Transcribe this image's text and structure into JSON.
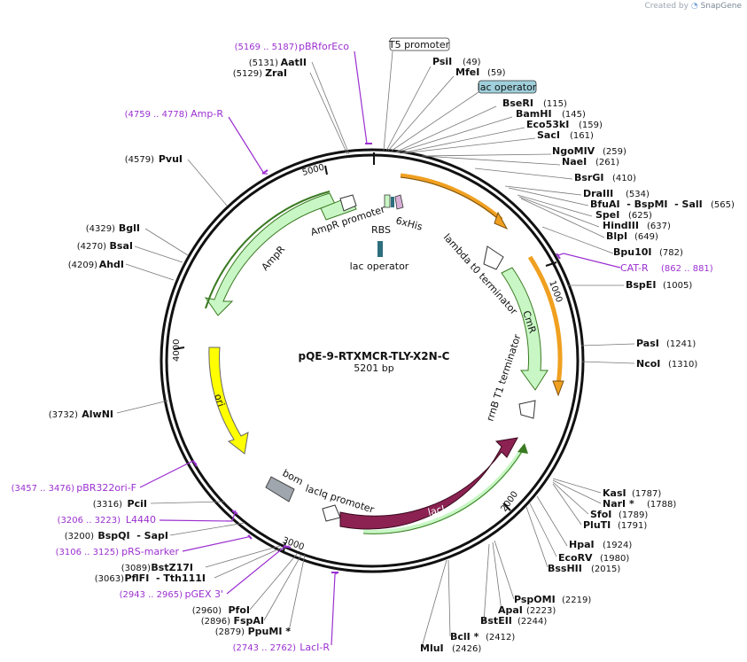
{
  "credit": {
    "prefix": "Created by",
    "brand": "SnapGene"
  },
  "plasmid": {
    "name": "pQE-9-RTXMCR-TLY-X2N-C",
    "length": "5201 bp"
  },
  "ticks": [
    "1000",
    "2000",
    "3000",
    "4000",
    "5000"
  ],
  "features": {
    "t5": "T5 promoter",
    "lacop_top": "lac operator",
    "lacop_inner": "lac operator",
    "rbs": "RBS",
    "his": "6xHis",
    "ampr_prom": "AmpR promoter",
    "ampr": "AmpR",
    "lambda": "lambda t0 terminator",
    "cmr": "CmR",
    "rrnb": "rrnB T1 terminator",
    "ori": "ori",
    "bom": "bom",
    "laciq": "lacIq promoter",
    "laci": "lacI"
  },
  "enzymes": [
    {
      "name": "PsiI",
      "pos": "(49)"
    },
    {
      "name": "MfeI",
      "pos": "(59)"
    },
    {
      "name": "BseRI",
      "pos": "(115)"
    },
    {
      "name": "BamHI",
      "pos": "(145)"
    },
    {
      "name": "Eco53kI",
      "pos": "(159)"
    },
    {
      "name": "SacI",
      "pos": "(161)"
    },
    {
      "name": "NgoMIV",
      "pos": "(259)"
    },
    {
      "name": "NaeI",
      "pos": "(261)"
    },
    {
      "name": "BsrGI",
      "pos": "(410)"
    },
    {
      "name": "DraIII",
      "pos": "(534)"
    },
    {
      "name": "BfuAI  - BspMI  - SalI",
      "pos": "(565)"
    },
    {
      "name": "SpeI",
      "pos": "(625)"
    },
    {
      "name": "HindIII",
      "pos": "(637)"
    },
    {
      "name": "BlpI",
      "pos": "(649)"
    },
    {
      "name": "Bpu10I",
      "pos": "(782)"
    },
    {
      "name": "BspEI",
      "pos": "(1005)"
    },
    {
      "name": "PasI",
      "pos": "(1241)"
    },
    {
      "name": "NcoI",
      "pos": "(1310)"
    },
    {
      "name": "KasI",
      "pos": "(1787)"
    },
    {
      "name": "NarI *",
      "pos": "(1788)"
    },
    {
      "name": "SfoI",
      "pos": "(1789)"
    },
    {
      "name": "PluTI",
      "pos": "(1791)"
    },
    {
      "name": "HpaI",
      "pos": "(1924)"
    },
    {
      "name": "EcoRV",
      "pos": "(1980)"
    },
    {
      "name": "BssHII",
      "pos": "(2015)"
    },
    {
      "name": "PspOMI",
      "pos": "(2219)"
    },
    {
      "name": "ApaI",
      "pos": "(2223)"
    },
    {
      "name": "BstEII",
      "pos": "(2244)"
    },
    {
      "name": "BclI *",
      "pos": "(2412)"
    },
    {
      "name": "MluI",
      "pos": "(2426)"
    },
    {
      "name": "PpuMI *",
      "pos": "(2879)"
    },
    {
      "name": "FspAI",
      "pos": "(2896)"
    },
    {
      "name": "PfoI",
      "pos": "(2960)"
    },
    {
      "name": "PflFI  - Tth111I",
      "pos": "(3063)"
    },
    {
      "name": "BstZ17I",
      "pos": "(3089)"
    },
    {
      "name": "BspQI  - SapI",
      "pos": "(3200)"
    },
    {
      "name": "PciI",
      "pos": "(3316)"
    },
    {
      "name": "AlwNI",
      "pos": "(3732)"
    },
    {
      "name": "AhdI",
      "pos": "(4209)"
    },
    {
      "name": "BsaI",
      "pos": "(4270)"
    },
    {
      "name": "BglI",
      "pos": "(4329)"
    },
    {
      "name": "PvuI",
      "pos": "(4579)"
    },
    {
      "name": "ZraI",
      "pos": "(5129)"
    },
    {
      "name": "AatII",
      "pos": "(5131)"
    }
  ],
  "primers": [
    {
      "name": "pBRforEco",
      "range": "(5169 .. 5187)"
    },
    {
      "name": "Amp-R",
      "range": "(4759 .. 4778)"
    },
    {
      "name": "CAT-R",
      "range": "(862 .. 881)"
    },
    {
      "name": "pBR322ori-F",
      "range": "(3457 .. 3476)"
    },
    {
      "name": "L4440",
      "range": "(3206 .. 3223)"
    },
    {
      "name": "pRS-marker",
      "range": "(3106 .. 3125)"
    },
    {
      "name": "pGEX 3'",
      "range": "(2943 .. 2965)"
    },
    {
      "name": "LacI-R",
      "range": "(2743 .. 2762)"
    }
  ],
  "colors": {
    "backbone": "#111111",
    "primer": "#9b30d0",
    "orange_feature": "#f0a020",
    "green_feature": "#c8f7c5",
    "green_outline": "#3a7a22",
    "ori": "#ffff00",
    "laci": "#8b2252",
    "bom": "#a0a6ad",
    "lacop_box": "#9fd0dc"
  }
}
